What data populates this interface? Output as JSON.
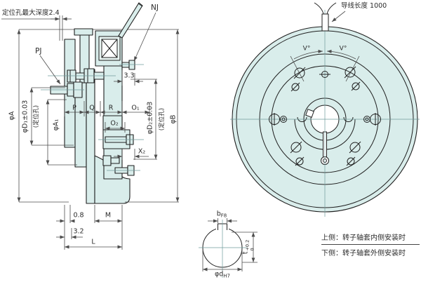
{
  "section": {
    "depth_note": "定位孔最大深度2.4",
    "pj": "PJ",
    "nj": "NJ",
    "dia_a": "φA",
    "dia_d1": "φD₁±0.03",
    "d1_note": "(定位孔)",
    "dia_a1": "φA₁",
    "dia_d2": "φD₂±0.03",
    "d2_note": "(定位孔)",
    "dia_b": "φB",
    "p": "P",
    "q": "Q",
    "r": "R",
    "o1": "O₁",
    "o2": "O₂",
    "x2": "X₂",
    "dim_3_3": "3.3",
    "dim_0_8": "0.8",
    "m": "M",
    "dim_3_2": "3.2",
    "l": "L"
  },
  "front": {
    "lead_note": "导线长度 1000",
    "v_left": "V°",
    "v_right": "V°"
  },
  "keyway": {
    "b": "b",
    "b_fit": "F8",
    "t": "t",
    "t_tol_up": "+0.2",
    "t_tol_dn": "0",
    "d": "φd",
    "d_fit": "H7"
  },
  "notes": {
    "line1": "上侧：转子轴套内侧安装时",
    "line2": "下侧：转子轴套外侧安装时"
  },
  "colors": {
    "fill": "#d9edeb",
    "line": "#1f1f1f",
    "dim": "#4d4d4d",
    "center": "#6f9b9b"
  }
}
